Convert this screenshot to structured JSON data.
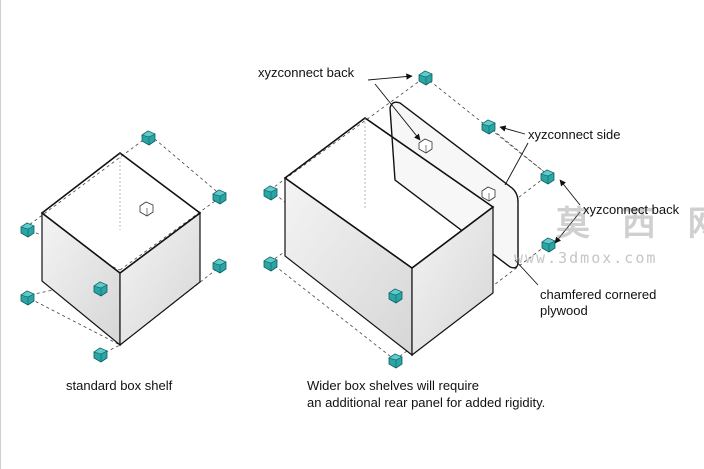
{
  "labels": {
    "xyz_back_top": "xyzconnect back",
    "xyz_side": "xyzconnect side",
    "xyz_back_right": "xyzconnect back",
    "chamfered_line1": "chamfered cornered",
    "chamfered_line2": "plywood",
    "caption_left": "standard box shelf",
    "caption_right_line1": "Wider box shelves will require",
    "caption_right_line2": "an additional rear panel for added rigidity."
  },
  "watermark": {
    "chinese": "莫 西 网",
    "url": "www.3dmox.com"
  },
  "colors": {
    "connector": "#2aa5a5",
    "connector_dark": "#167a7a",
    "outline": "#111111",
    "panel_shade": "#e8e8e8",
    "dashed": "#444444"
  },
  "icons": {
    "connector": "xyzconnect-bracket-icon"
  }
}
